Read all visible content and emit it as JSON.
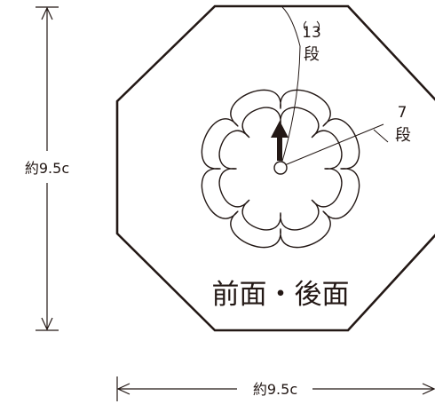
{
  "diagram": {
    "height_label": "約9.5c",
    "width_label": "約9.5c",
    "center_label": "前面・後面",
    "callout_outer": {
      "number": "13",
      "unit": "段"
    },
    "callout_inner": {
      "number": "7",
      "unit": "段"
    }
  },
  "colors": {
    "stroke": "#231815",
    "background": "#ffffff"
  }
}
